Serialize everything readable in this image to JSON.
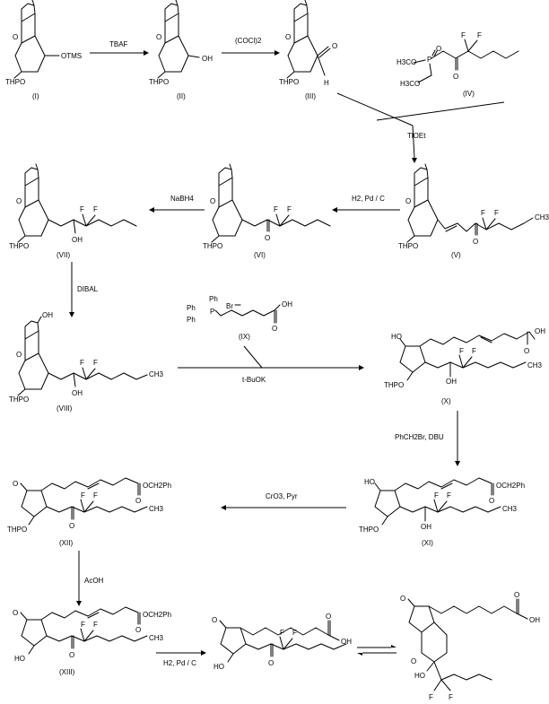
{
  "compounds": [
    {
      "id": "I",
      "label": "(I)",
      "groups": [
        "THPO",
        "OTMS"
      ]
    },
    {
      "id": "II",
      "label": "(II)",
      "groups": [
        "THPO",
        "OH"
      ]
    },
    {
      "id": "III",
      "label": "(III)",
      "groups": [
        "THPO",
        "O",
        "H"
      ]
    },
    {
      "id": "IV",
      "label": "(IV)",
      "groups": [
        "H3CO",
        "P",
        "O",
        "H3CO",
        "O",
        "F",
        "F"
      ]
    },
    {
      "id": "V",
      "label": "(V)",
      "groups": [
        "THPO",
        "F",
        "F",
        "CH3"
      ]
    },
    {
      "id": "VI",
      "label": "(VI)",
      "groups": [
        "THPO",
        "F",
        "F",
        "O"
      ]
    },
    {
      "id": "VII",
      "label": "(VII)",
      "groups": [
        "THPO",
        "F",
        "F",
        "OH"
      ]
    },
    {
      "id": "VIII",
      "label": "(VIII)",
      "groups": [
        "OH",
        "THPO",
        "F",
        "F",
        "OH",
        "CH3"
      ]
    },
    {
      "id": "IX",
      "label": "(IX)",
      "groups": [
        "Ph",
        "Ph",
        "Ph",
        "P",
        "Br",
        "OH",
        "O"
      ]
    },
    {
      "id": "X",
      "label": "(X)",
      "groups": [
        "HO",
        "THPO",
        "F",
        "F",
        "OH",
        "CH3",
        "OH",
        "O"
      ]
    },
    {
      "id": "XI",
      "label": "(XI)",
      "groups": [
        "HO",
        "THPO",
        "F",
        "F",
        "OH",
        "CH3",
        "OCH2Ph",
        "O"
      ]
    },
    {
      "id": "XII",
      "label": "(XII)",
      "groups": [
        "O",
        "THPO",
        "F",
        "F",
        "O",
        "CH3",
        "OCH2Ph",
        "O"
      ]
    },
    {
      "id": "XIII",
      "label": "(XIII)",
      "groups": [
        "O",
        "HO",
        "F",
        "F",
        "O",
        "CH3",
        "OCH2Ph",
        "O"
      ]
    },
    {
      "id": "XIV",
      "label": "",
      "groups": [
        "O",
        "HO",
        "F",
        "F",
        "O",
        "OH",
        "O"
      ]
    },
    {
      "id": "XV",
      "label": "",
      "groups": [
        "O",
        "HO",
        "O",
        "F",
        "F",
        "OH",
        "O"
      ]
    }
  ],
  "reagents": {
    "r1": "TBAF",
    "r2": "(COCl)2",
    "r3": "TlOEt",
    "r4": "H2, Pd / C",
    "r5": "NaBH4",
    "r6": "DIBAL",
    "r7": "t-BuOK",
    "r8": "PhCH2Br, DBU",
    "r9": "CrO3, Pyr",
    "r10": "AcOH",
    "r11": "H2, Pd / C"
  }
}
